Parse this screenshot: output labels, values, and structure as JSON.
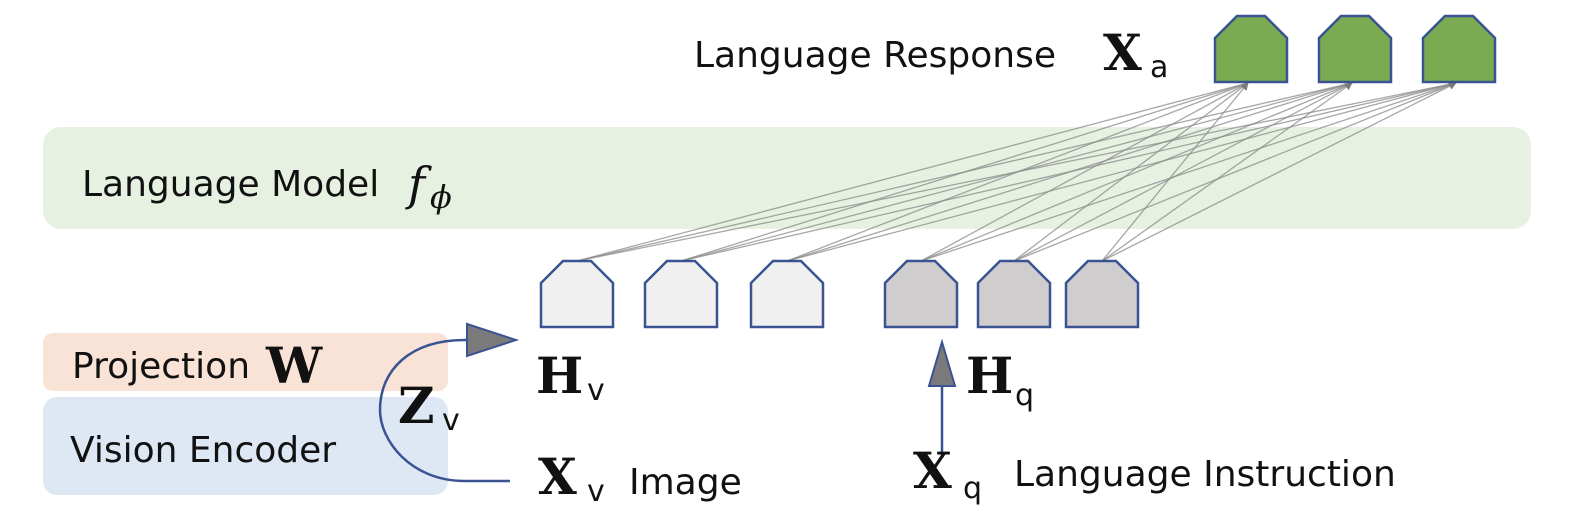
{
  "diagram": {
    "language_model": {
      "label": "Language Model",
      "symbol": "f",
      "symbol_sub": "ϕ",
      "color": "#e7f1e2"
    },
    "projection": {
      "label": "Projection",
      "symbol": "W",
      "color": "#f8e3d6"
    },
    "vision_encoder": {
      "label": "Vision Encoder",
      "color": "#dde8f4"
    },
    "language_response": {
      "label": "Language Response",
      "symbol": "X",
      "symbol_sub": "a"
    },
    "image_input": {
      "label": "Image",
      "symbol": "X",
      "symbol_sub": "v"
    },
    "instruction_input": {
      "label": "Language Instruction",
      "symbol": "X",
      "symbol_sub": "q"
    },
    "visual_features": {
      "symbol": "Z",
      "symbol_sub": "v"
    },
    "visual_tokens": {
      "symbol": "H",
      "symbol_sub": "v",
      "count": 3,
      "color": "#f0f0f0"
    },
    "instruction_tokens": {
      "symbol": "H",
      "symbol_sub": "q",
      "count": 3,
      "color": "#cfcdce"
    },
    "response_tokens": {
      "count": 3,
      "color": "#7aab53"
    },
    "token_outline_color": "#3a5392"
  }
}
